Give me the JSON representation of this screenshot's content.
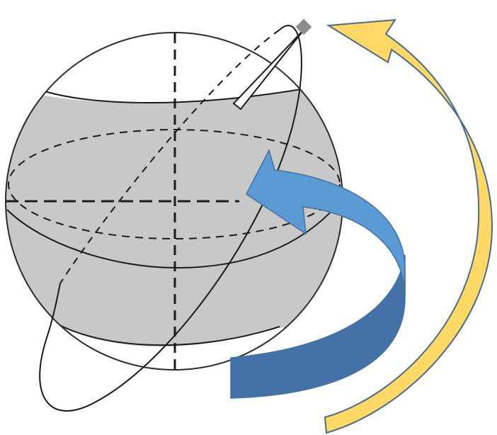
{
  "diagram": {
    "elements": [
      "globe",
      "latitude-band",
      "equator",
      "polar-axis",
      "orbit-ellipse",
      "satellite",
      "satellite-beam",
      "rotation-arrow",
      "orbit-arrow"
    ]
  },
  "colors": {
    "background": "#ffffff",
    "globe_outline": "#2b2b2b",
    "band_fill": "#c8c8c8",
    "line_dark": "#1a1a1a",
    "satellite_fill": "#8c8c8c",
    "rotation_arrow_light": "#5b9bd5",
    "rotation_arrow_dark": "#4472a8",
    "rotation_arrow_stroke": "#41719c",
    "orbit_arrow_fill": "#ffd966",
    "orbit_arrow_stroke": "#4a6b8f"
  }
}
